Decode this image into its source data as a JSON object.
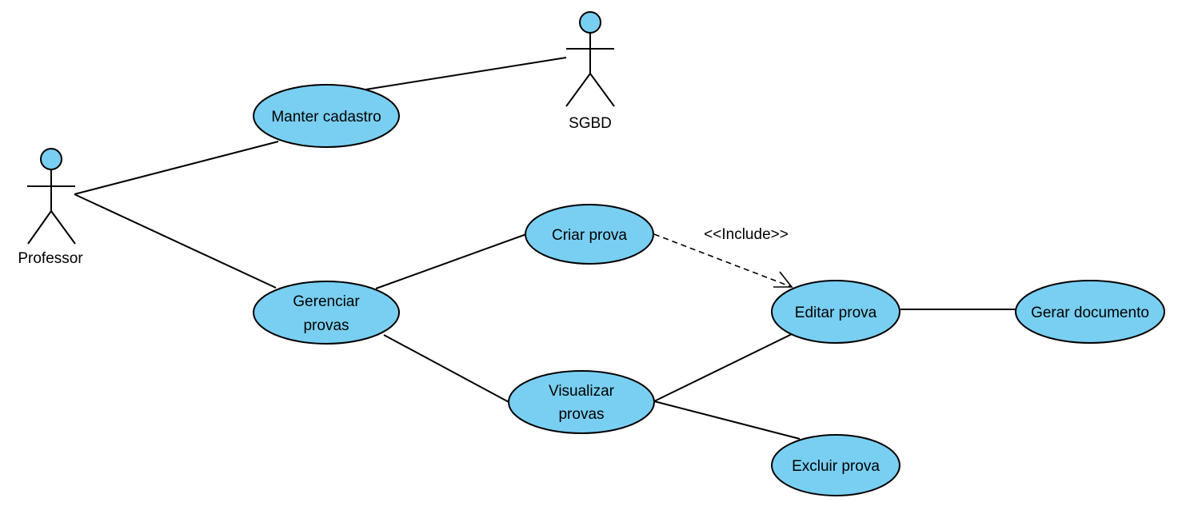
{
  "colors": {
    "usecase_fill": "#79cff2",
    "line": "#000000",
    "background": "#ffffff"
  },
  "actors": {
    "professor": {
      "label": "Professor"
    },
    "sgbd": {
      "label": "SGBD"
    }
  },
  "use_cases": {
    "manter_cadastro": {
      "lines": [
        "Manter cadastro"
      ]
    },
    "gerenciar_provas": {
      "lines": [
        "Gerenciar",
        "provas"
      ]
    },
    "criar_prova": {
      "lines": [
        "Criar prova"
      ]
    },
    "visualizar_provas": {
      "lines": [
        "Visualizar",
        "provas"
      ]
    },
    "editar_prova": {
      "lines": [
        "Editar prova"
      ]
    },
    "gerar_documento": {
      "lines": [
        "Gerar documento"
      ]
    },
    "excluir_prova": {
      "lines": [
        "Excluir prova"
      ]
    }
  },
  "relationships": {
    "include_label": "<<Include>>"
  }
}
